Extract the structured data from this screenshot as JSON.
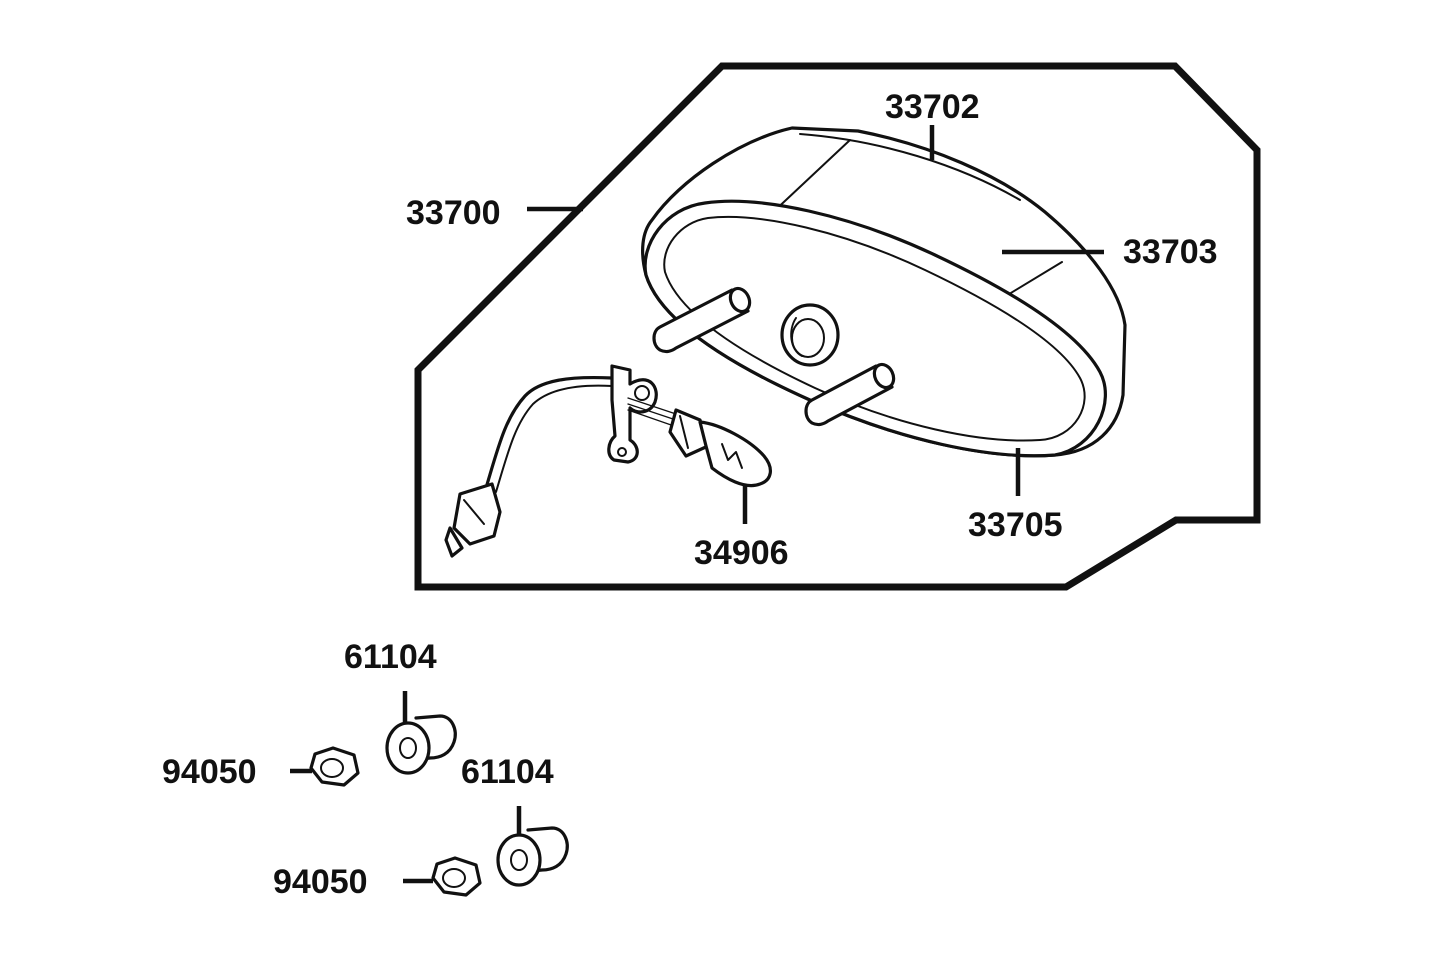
{
  "diagram": {
    "colors": {
      "ink": "#111111",
      "background": "#ffffff"
    },
    "parts": [
      {
        "id": "assembly",
        "number": "33700"
      },
      {
        "id": "housing-top",
        "number": "33702"
      },
      {
        "id": "housing-body",
        "number": "33703"
      },
      {
        "id": "lens",
        "number": "33705"
      },
      {
        "id": "bulb",
        "number": "34906"
      },
      {
        "id": "grommet-upper",
        "number": "61104"
      },
      {
        "id": "grommet-lower",
        "number": "61104"
      },
      {
        "id": "nut-upper",
        "number": "94050"
      },
      {
        "id": "nut-lower",
        "number": "94050"
      }
    ]
  }
}
